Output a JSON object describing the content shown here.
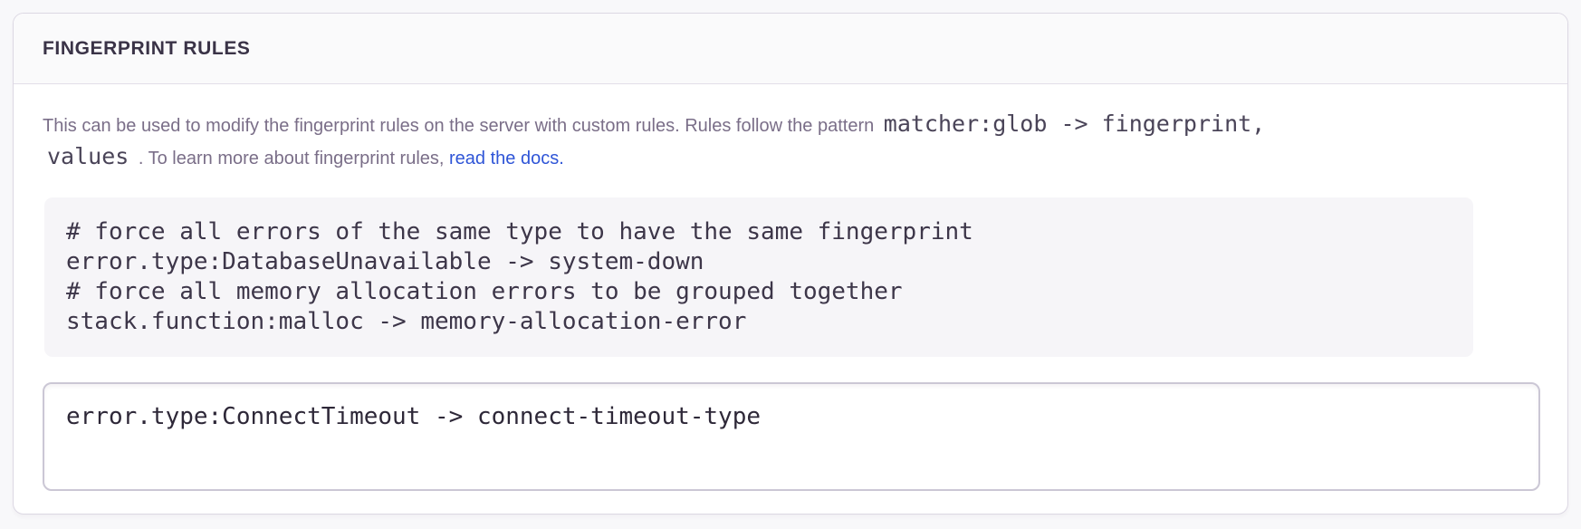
{
  "panel": {
    "title": "FINGERPRINT RULES",
    "description": {
      "text_1": "This can be used to modify the fingerprint rules on the server with custom rules. Rules follow the pattern ",
      "code_1": "matcher:glob -> fingerprint,",
      "code_2": "values",
      "text_2": " . To learn more about fingerprint rules, ",
      "link_label": "read the docs."
    },
    "example_code": "# force all errors of the same type to have the same fingerprint\nerror.type:DatabaseUnavailable -> system-down\n# force all memory allocation errors to be grouped together\nstack.function:malloc -> memory-allocation-error",
    "rules_input": {
      "value": "error.type:ConnectTimeout -> connect-timeout-type"
    }
  },
  "colors": {
    "page_background": "#f8f8fa",
    "panel_background": "#ffffff",
    "panel_border": "#dcd8e3",
    "header_background": "#fafafb",
    "header_text": "#3a3347",
    "description_text": "#7a6e88",
    "inline_code_text": "#4a4458",
    "code_block_background": "#f6f5f8",
    "code_block_text": "#3d3649",
    "link": "#2f55d7",
    "input_border": "#cbc7d5",
    "input_text": "#2e2838"
  }
}
